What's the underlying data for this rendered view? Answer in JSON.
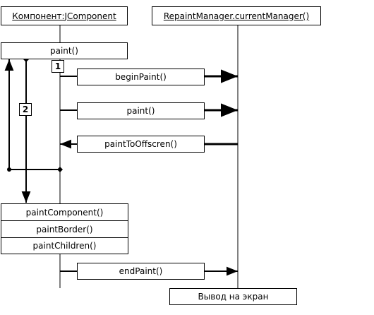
{
  "lifelines": {
    "component": "Компонент:JComponent",
    "manager": "RepaintManager.currentManager()"
  },
  "messages": {
    "paint_main": "paint()",
    "begin_paint": "beginPaint()",
    "paint_call": "paint()",
    "paint_to_offscreen": "paintToOffscren()",
    "end_paint": "endPaint()"
  },
  "component_ops": {
    "paint_component": "paintComponent()",
    "paint_border": "paintBorder()",
    "paint_children": "paintChildren()"
  },
  "markers": {
    "one": "1",
    "two": "2"
  },
  "output": "Вывод на экран"
}
